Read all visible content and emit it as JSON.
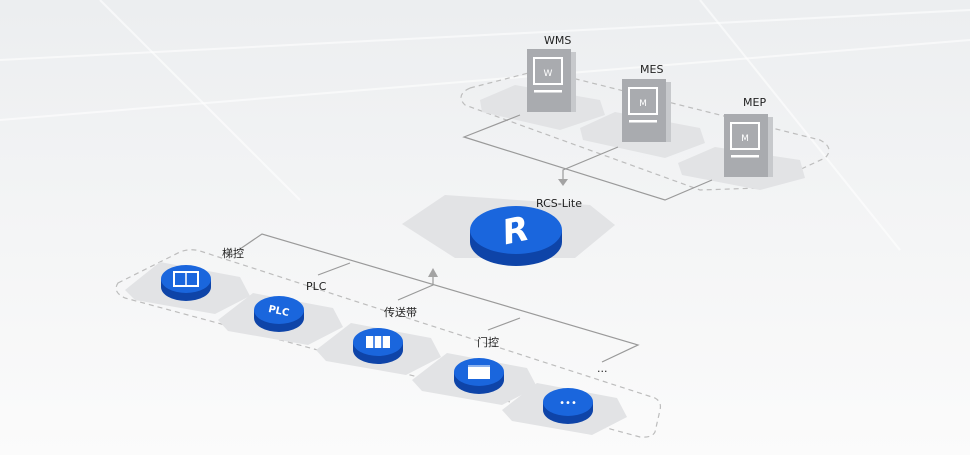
{
  "colors": {
    "accent": "#1a5fd6",
    "accent_dark": "#0e44a8",
    "platform": "#e2e3e5",
    "system_box": "#a9abaf"
  },
  "upper_systems": [
    {
      "label": "WMS",
      "glyph": "W"
    },
    {
      "label": "MES",
      "glyph": "M"
    },
    {
      "label": "MEP",
      "glyph": "M"
    }
  ],
  "core": {
    "label": "RCS-Lite",
    "glyph": "R"
  },
  "devices": [
    {
      "label": "梯控",
      "icon": "elevator-icon"
    },
    {
      "label": "PLC",
      "icon": "plc-icon",
      "glyph": "PLC"
    },
    {
      "label": "传送带",
      "icon": "conveyor-icon"
    },
    {
      "label": "门控",
      "icon": "door-icon"
    },
    {
      "label": "...",
      "icon": "more-icon",
      "glyph": "•••"
    }
  ]
}
